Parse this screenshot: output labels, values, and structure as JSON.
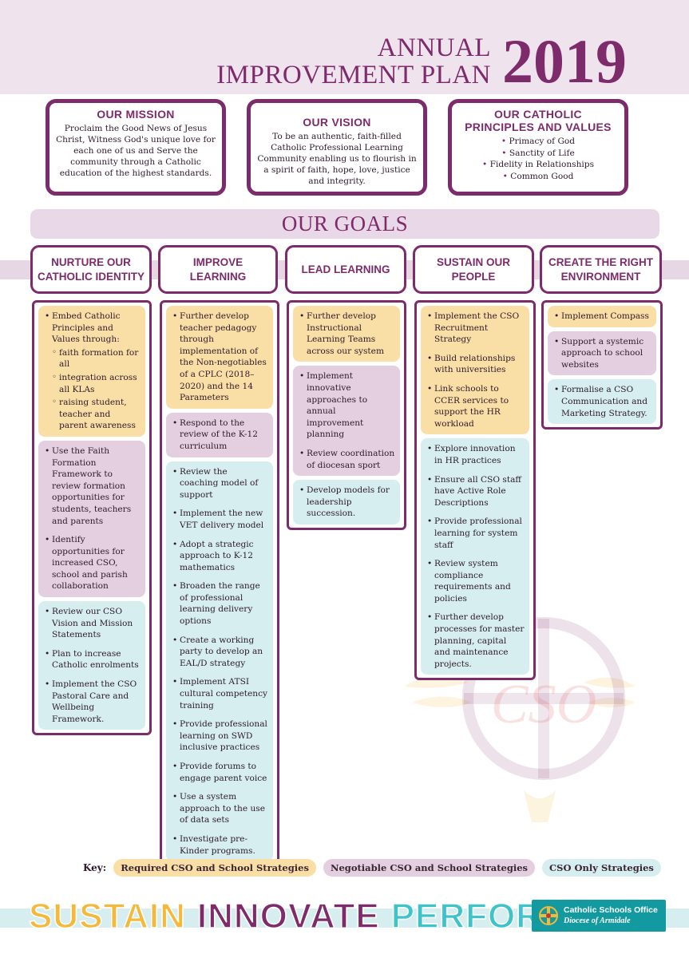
{
  "header": {
    "title_line1": "ANNUAL",
    "title_line2": "IMPROVEMENT PLAN",
    "year": "2019"
  },
  "mission": {
    "heading": "OUR MISSION",
    "text": "Proclaim the Good News of Jesus Christ, Witness God's unique love for each one of us and Serve the community through a Catholic education of the highest standards."
  },
  "vision": {
    "heading": "OUR VISION",
    "text": "To be an authentic, faith-filled Catholic Professional Learning Community enabling us to flourish in a spirit of faith, hope, love, justice and integrity."
  },
  "values": {
    "heading": "OUR CATHOLIC PRINCIPLES AND VALUES",
    "items": [
      "Primacy of God",
      "Sanctity of Life",
      "Fidelity in Relationships",
      "Common Good"
    ]
  },
  "goals_banner": "OUR GOALS",
  "goals": [
    {
      "heading": "NURTURE OUR CATHOLIC IDENTITY"
    },
    {
      "heading": "IMPROVE LEARNING"
    },
    {
      "heading": "LEAD LEARNING"
    },
    {
      "heading": "SUSTAIN OUR PEOPLE"
    },
    {
      "heading": "CREATE THE RIGHT ENVIRONMENT"
    }
  ],
  "nurture": {
    "req_intro": "Embed Catholic Principles and Values through:",
    "req_subs": [
      "faith formation for all",
      "integration across all KLAs",
      "raising student, teacher and parent awareness"
    ],
    "neg": [
      "Use the Faith Formation Framework to review formation opportunities for students, teachers and parents",
      "Identify opportunities for increased CSO, school and parish collaboration"
    ],
    "only": [
      "Review our CSO Vision and Mission Statements",
      "Plan to increase Catholic enrolments",
      "Implement the CSO Pastoral Care and Wellbeing Framework."
    ]
  },
  "improve": {
    "req": [
      "Further develop teacher pedagogy through implementation of the Non-negotiables of a CPLC (2018–2020) and the 14 Parameters"
    ],
    "neg": [
      "Respond to the review of the K-12 curriculum"
    ],
    "only": [
      "Review the coaching model of support",
      "Implement the new VET delivery model",
      "Adopt a strategic approach to K-12 mathematics",
      "Broaden the range of professional learning delivery options",
      "Create a working party to develop an EAL/D strategy",
      "Implement ATSI cultural competency training",
      "Provide professional learning on SWD inclusive practices",
      "Provide forums to engage parent voice",
      "Use a system approach to the use of data sets",
      "Investigate pre-Kinder programs."
    ]
  },
  "lead": {
    "req": [
      "Further develop Instructional Learning Teams across our system"
    ],
    "neg": [
      "Implement innovative approaches to annual improvement planning",
      "Review coordination of diocesan sport"
    ],
    "only": [
      "Develop models for leadership succession."
    ]
  },
  "sustain": {
    "req": [
      "Implement the CSO Recruitment Strategy",
      "Build relationships with universities",
      "Link schools to CCER services to support the HR workload"
    ],
    "only": [
      "Explore innovation in HR practices",
      "Ensure all CSO staff have Active Role Descriptions",
      "Provide professional learning for system staff",
      "Review system compliance requirements and policies",
      "Further develop processes for master planning, capital and maintenance projects."
    ]
  },
  "environment": {
    "req": [
      "Implement Compass"
    ],
    "neg": [
      "Support a systemic approach to school websites"
    ],
    "only": [
      "Formalise a CSO Communication and Marketing Strategy."
    ]
  },
  "watermark_text": "CSO",
  "key": {
    "label": "Key:",
    "required": "Required CSO and School Strategies",
    "negotiable": "Negotiable CSO and School Strategies",
    "cso_only": "CSO Only Strategies"
  },
  "slogan": [
    "SUSTAIN",
    "INNOVATE",
    "PERFORM"
  ],
  "org": {
    "name": "Catholic Schools Office",
    "diocese": "Diocese of Armidale"
  },
  "colors": {
    "primary": "#7d2b6b",
    "required": "#f9dfa6",
    "negotiable": "#e3cfe0",
    "cso_only": "#d6eef0",
    "gold": "#f4b83a",
    "teal": "#3ec3c8"
  }
}
